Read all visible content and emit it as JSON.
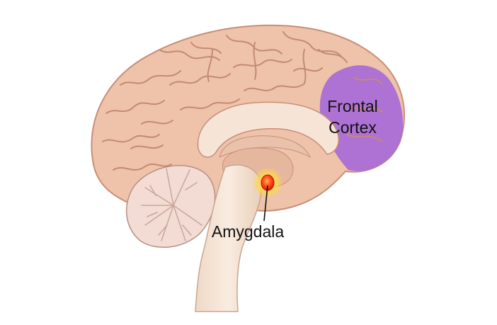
{
  "labels": {
    "frontal_line1": "Frontal",
    "frontal_line2": "Cortex",
    "amygdala": "Amygdala"
  },
  "colors": {
    "brain_tissue": "#eec3aa",
    "brain_outline": "#c98e78",
    "gyri_lines": "#c48a72",
    "frontal_cortex_highlight": "#a86ad8",
    "amygdala_highlight": "#ff3a1a",
    "amygdala_glow": "#ffe36a",
    "brainstem": "#f5e2d2",
    "cerebellum": "#f2dcd3",
    "text": "#111111"
  },
  "icons": [
    "brain-sagittal-illustration"
  ]
}
